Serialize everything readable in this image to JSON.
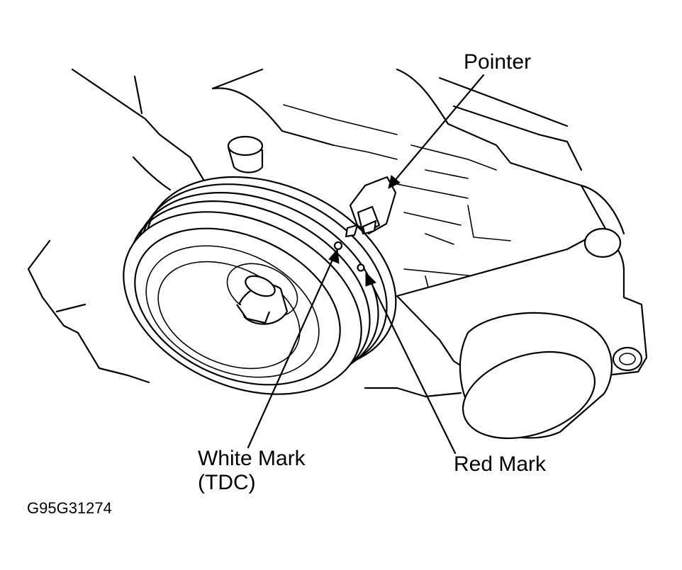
{
  "labels": {
    "pointer": "Pointer",
    "white_mark_line1": "White Mark",
    "white_mark_line2": "(TDC)",
    "red_mark": "Red Mark"
  },
  "figure_code": "G95G31274"
}
